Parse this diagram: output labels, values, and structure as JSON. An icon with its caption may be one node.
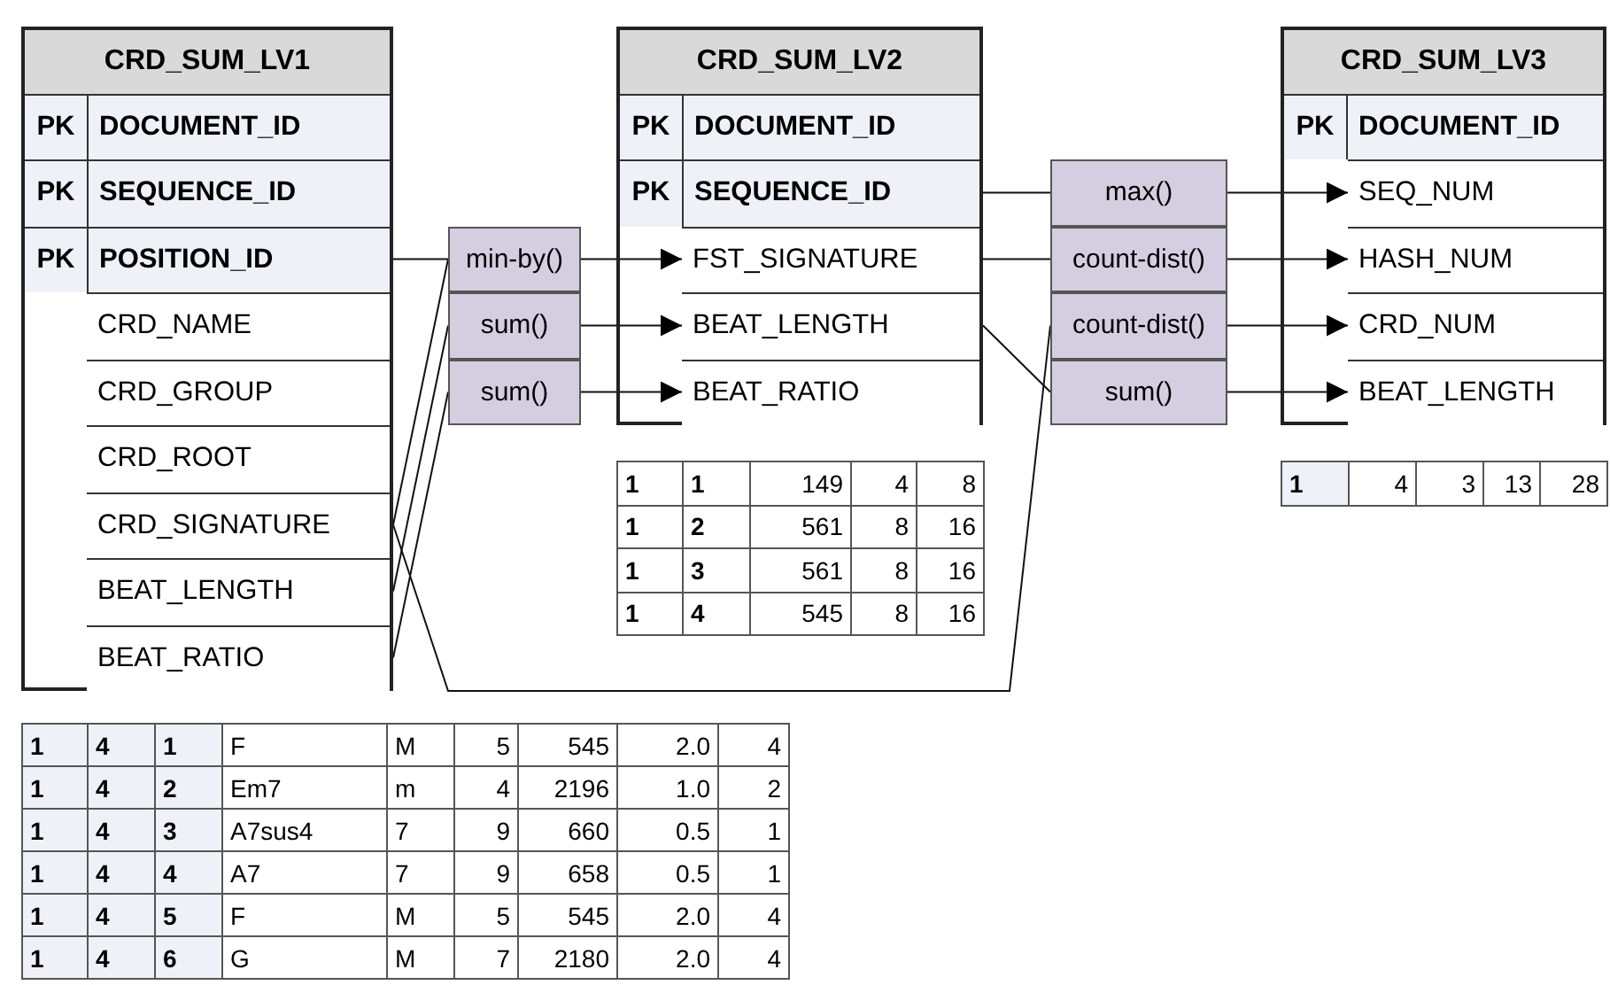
{
  "diagram": {
    "nodes": [
      {
        "text": [
          "CRD_SUM_LV1"
        ]
      },
      {
        "text": [
          "PK",
          "DOCUMENT_ID"
        ],
        "in": 0
      },
      {
        "text": [
          "PK",
          "SEQUENCE_ID"
        ],
        "in": 0
      },
      {
        "text": [
          "PK",
          "POSITION_ID"
        ],
        "in": 0
      },
      {
        "text": [
          "CRD_NAME"
        ],
        "in": 0
      },
      {
        "text": [
          "CRD_GROUP"
        ],
        "in": 0
      },
      {
        "text": [
          "CRD_ROOT"
        ],
        "in": 0
      },
      {
        "text": [
          "CRD_SIGNATURE"
        ],
        "in": 0
      },
      {
        "text": [
          "BEAT_LENGTH"
        ],
        "in": 0
      },
      {
        "text": [
          "BEAT_RATIO"
        ],
        "in": 0
      },
      {
        "text": [
          "min-by()"
        ]
      },
      {
        "text": [
          "sum()"
        ]
      },
      {
        "text": [
          "sum()"
        ]
      },
      {
        "text": [
          "CRD_SUM_LV2"
        ]
      },
      {
        "text": [
          "PK",
          "DOCUMENT_ID"
        ],
        "in": 13
      },
      {
        "text": [
          "PK",
          "SEQUENCE_ID"
        ],
        "in": 13
      },
      {
        "text": [
          "FST_SIGNATURE"
        ],
        "in": 13
      },
      {
        "text": [
          "BEAT_LENGTH"
        ],
        "in": 13
      },
      {
        "text": [
          "BEAT_RATIO"
        ],
        "in": 13
      },
      {
        "text": [
          "max()"
        ]
      },
      {
        "text": [
          "count-dist()"
        ]
      },
      {
        "text": [
          "count-dist()"
        ]
      },
      {
        "text": [
          "sum()"
        ]
      },
      {
        "text": [
          "CRD_SUM_LV3"
        ]
      },
      {
        "text": [
          "PK",
          "DOCUMENT_ID"
        ],
        "in": 23
      },
      {
        "text": [
          "SEQ_NUM"
        ],
        "in": 23
      },
      {
        "text": [
          "HASH_NUM"
        ],
        "in": 23
      },
      {
        "text": [
          "CRD_NUM"
        ],
        "in": 23
      },
      {
        "text": [
          "BEAT_LENGTH"
        ],
        "in": 23
      }
    ],
    "edges": [
      {
        "from": 3,
        "to": 10,
        "arrow": "none"
      },
      {
        "from": 7,
        "to": 10,
        "arrow": "none"
      },
      {
        "from": 8,
        "to": 11,
        "arrow": "none"
      },
      {
        "from": 9,
        "to": 12,
        "arrow": "none"
      },
      {
        "from": 10,
        "to": 16,
        "arrow": "to"
      },
      {
        "from": 11,
        "to": 17,
        "arrow": "to"
      },
      {
        "from": 12,
        "to": 18,
        "arrow": "to"
      },
      {
        "from": 15,
        "to": 19,
        "arrow": "none"
      },
      {
        "from": 16,
        "to": 20,
        "arrow": "none"
      },
      {
        "from": 7,
        "to": 21,
        "arrow": "none"
      },
      {
        "from": 17,
        "to": 22,
        "arrow": "none"
      },
      {
        "from": 19,
        "to": 25,
        "arrow": "to"
      },
      {
        "from": 20,
        "to": 26,
        "arrow": "to"
      },
      {
        "from": 21,
        "to": 27,
        "arrow": "to"
      },
      {
        "from": 22,
        "to": 28,
        "arrow": "to"
      }
    ],
    "labels": [
      "1",
      "1",
      "149",
      "4",
      "8",
      "1",
      "2",
      "561",
      "8",
      "16",
      "1",
      "3",
      "561",
      "8",
      "16",
      "1",
      "4",
      "545",
      "8",
      "16",
      "1",
      "4",
      "3",
      "13",
      "28",
      "1",
      "4",
      "1",
      "F",
      "M",
      "5",
      "545",
      "2.0",
      "4",
      "1",
      "4",
      "2",
      "Em7",
      "m",
      "4",
      "2196",
      "1.0",
      "2",
      "1",
      "4",
      "3",
      "A7sus4",
      "7",
      "9",
      "660",
      "0.5",
      "1",
      "1",
      "4",
      "4",
      "A7",
      "7",
      "9",
      "658",
      "0.5",
      "1",
      "1",
      "4",
      "5",
      "F",
      "M",
      "5",
      "545",
      "2.0",
      "4",
      "1",
      "4",
      "6",
      "G",
      "M",
      "7",
      "2180",
      "2.0",
      "4"
    ]
  }
}
